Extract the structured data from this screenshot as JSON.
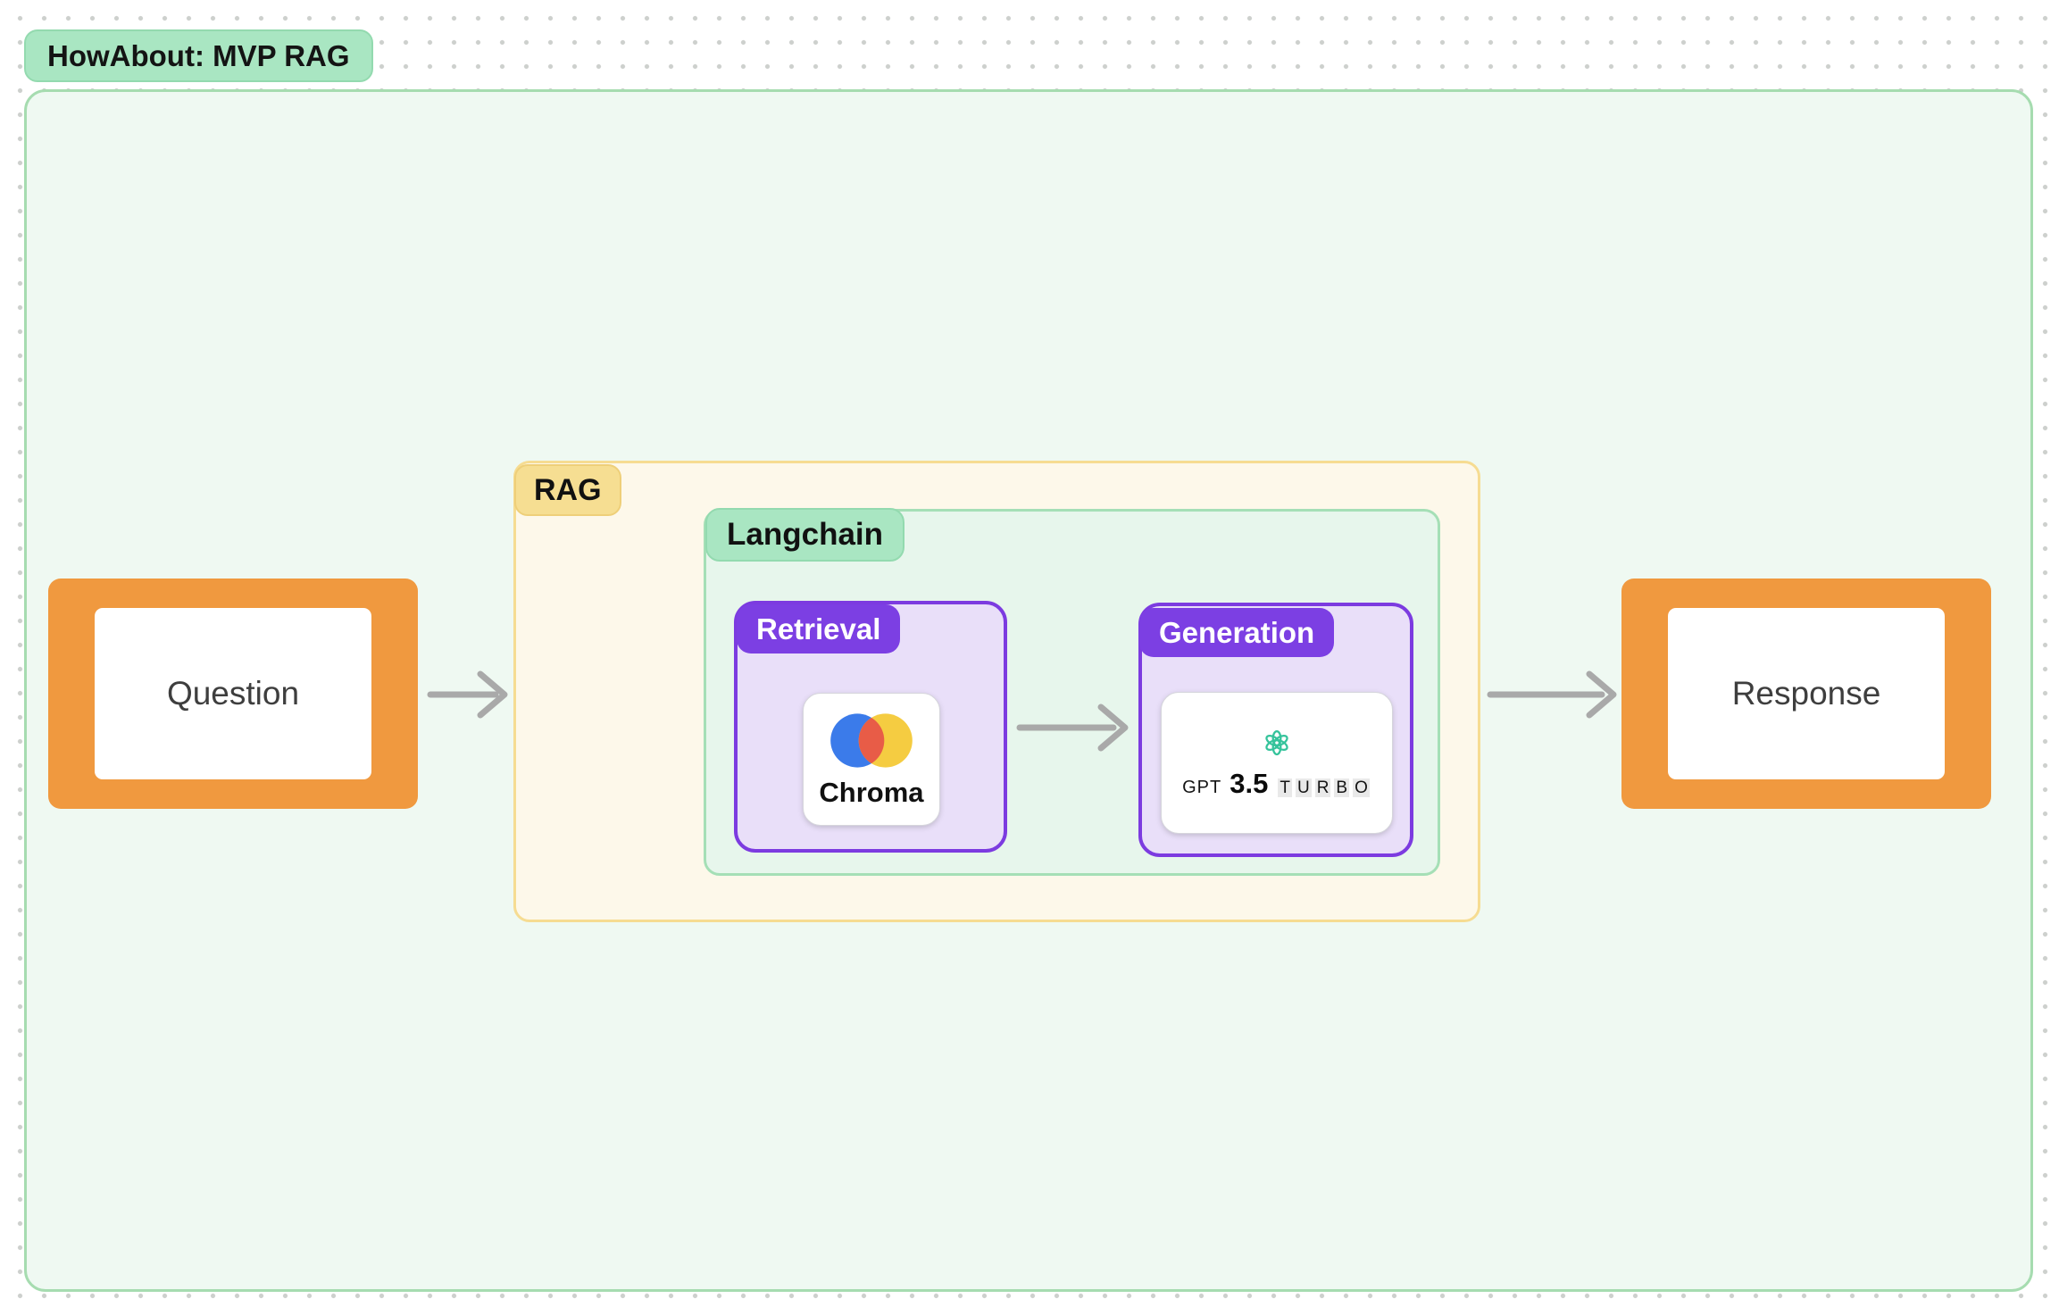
{
  "title": {
    "label": "HowAbout: MVP RAG"
  },
  "groups": {
    "rag": {
      "label": "RAG"
    },
    "langchain": {
      "label": "Langchain"
    },
    "retrieval": {
      "label": "Retrieval"
    },
    "generation": {
      "label": "Generation"
    }
  },
  "nodes": {
    "question": {
      "label": "Question"
    },
    "response": {
      "label": "Response"
    },
    "chroma": {
      "name": "Chroma"
    },
    "gpt": {
      "prefix": "GPT",
      "version": "3.5",
      "variant": "TURBO"
    }
  },
  "icons": {
    "chroma_logo": "chroma-overlapping-circles",
    "openai_logo": "openai-knot",
    "arrows": "arrow-right"
  },
  "colors": {
    "canvas_dots": "#CDD0CD",
    "board_fill": "#EFF9F2",
    "board_border": "#A6DCB0",
    "green_badge_fill": "#A9E6C2",
    "green_badge_border": "#93DAAF",
    "rag_fill": "#FDF8EA",
    "rag_border": "#F6DC92",
    "rag_badge": "#F6DE92",
    "rag_badge_border": "#EECF79",
    "langchain_fill": "#E7F6EC",
    "langchain_border": "#A5DFB6",
    "purple_fill": "#E9DFF9",
    "purple_border": "#7C3BE0",
    "purple_badge": "#7C3FE3",
    "orange": "#F0993F",
    "arrow": "#A9A9A9",
    "text_dark": "#3E3E3E",
    "card_border": "#D6D6DC",
    "chroma_blue": "#3B7BEA",
    "chroma_yellow": "#F5CC41",
    "chroma_red": "#E85C47",
    "openai_teal": "#34C39B",
    "turbo_bg": "#E9E9E9"
  }
}
